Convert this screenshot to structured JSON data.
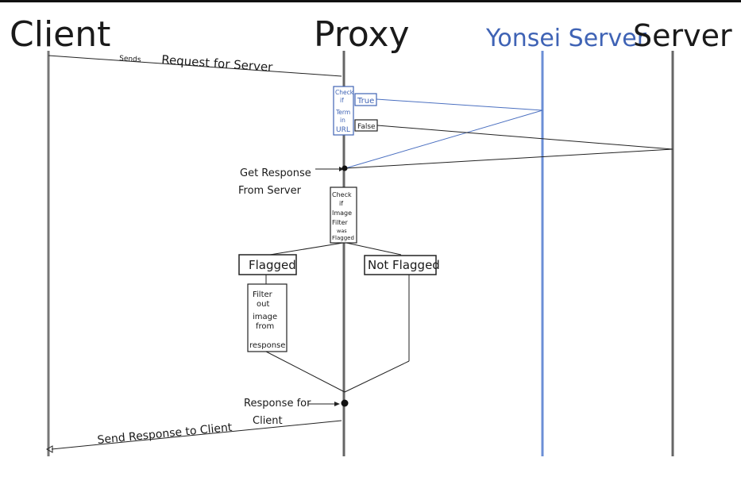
{
  "participants": {
    "client": "Client",
    "proxy": "Proxy",
    "yonsei_server": "Yonsei Server",
    "server": "Server"
  },
  "messages": {
    "sends": "Sends",
    "request_for_server": "Request for Server",
    "send_response": "Send Response to Client"
  },
  "check_box": {
    "lines": [
      "Check",
      "if",
      "Term",
      "in",
      "URL"
    ]
  },
  "branches": {
    "true_label": "True",
    "false_label": "False"
  },
  "annotations": {
    "get_response": [
      "Get Response",
      "From Server"
    ],
    "response_for_client": [
      "Response for",
      "Client"
    ]
  },
  "image_check_box": {
    "lines": [
      "Check",
      "if",
      "Image",
      "Filter",
      "was",
      "Flagged"
    ]
  },
  "outcomes": {
    "flagged": "Flagged",
    "not_flagged": "Not Flagged"
  },
  "filter_box": {
    "lines": [
      "Filter",
      "out",
      "image",
      "from",
      "response"
    ]
  },
  "colors": {
    "yonsei_blue": "#3f63b5",
    "ink": "#1a1a1a"
  }
}
